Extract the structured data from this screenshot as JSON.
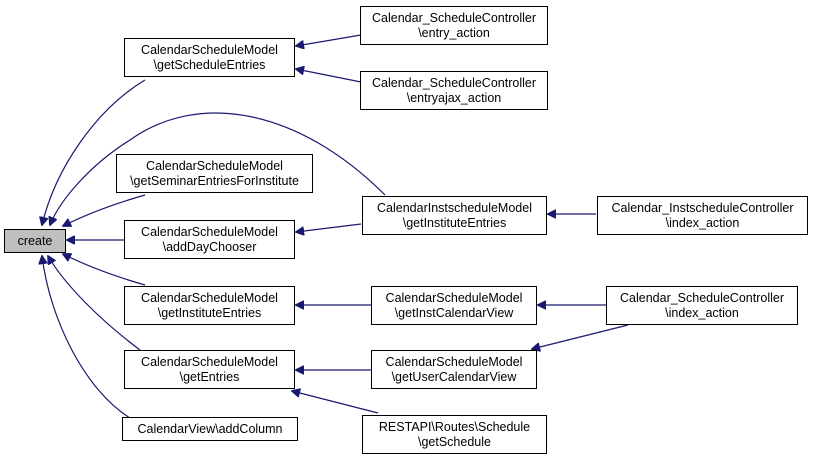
{
  "colors": {
    "edge": "#191970",
    "node_border": "#000000",
    "node_fill": "#ffffff",
    "root_fill": "#bfbfbf"
  },
  "nodes": {
    "create": {
      "lines": [
        "create"
      ]
    },
    "cs_getScheduleEntries": {
      "lines": [
        "CalendarScheduleModel",
        "\\getScheduleEntries"
      ]
    },
    "cs_getSeminarEntriesForInstitute": {
      "lines": [
        "CalendarScheduleModel",
        "\\getSeminarEntriesForInstitute"
      ]
    },
    "cs_addDayChooser": {
      "lines": [
        "CalendarScheduleModel",
        "\\addDayChooser"
      ]
    },
    "cs_getInstituteEntries": {
      "lines": [
        "CalendarScheduleModel",
        "\\getInstituteEntries"
      ]
    },
    "cs_getEntries": {
      "lines": [
        "CalendarScheduleModel",
        "\\getEntries"
      ]
    },
    "cv_addColumn": {
      "lines": [
        "CalendarView\\addColumn"
      ]
    },
    "csc_entry_action": {
      "lines": [
        "Calendar_ScheduleController",
        "\\entry_action"
      ]
    },
    "csc_entryajax_action": {
      "lines": [
        "Calendar_ScheduleController",
        "\\entryajax_action"
      ]
    },
    "cis_getInstituteEntries": {
      "lines": [
        "CalendarInstscheduleModel",
        "\\getInstituteEntries"
      ]
    },
    "cs_getInstCalendarView": {
      "lines": [
        "CalendarScheduleModel",
        "\\getInstCalendarView"
      ]
    },
    "cs_getUserCalendarView": {
      "lines": [
        "CalendarScheduleModel",
        "\\getUserCalendarView"
      ]
    },
    "rest_getSchedule": {
      "lines": [
        "RESTAPI\\Routes\\Schedule",
        "\\getSchedule"
      ]
    },
    "cic_index_action": {
      "lines": [
        "Calendar_InstscheduleController",
        "\\index_action"
      ]
    },
    "csc_index_action": {
      "lines": [
        "Calendar_ScheduleController",
        "\\index_action"
      ]
    }
  }
}
